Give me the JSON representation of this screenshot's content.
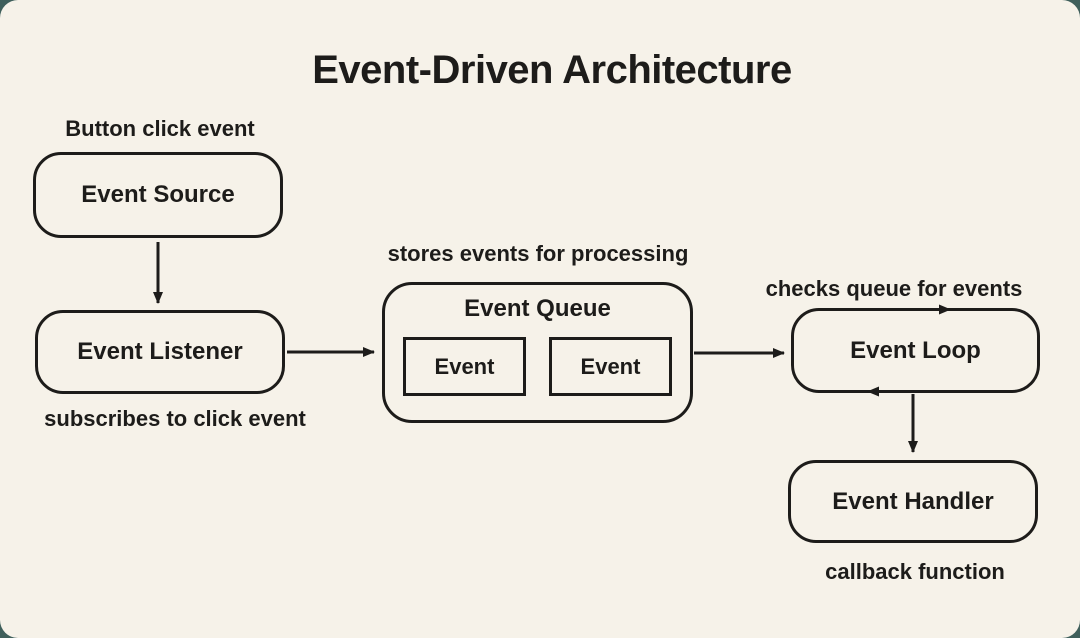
{
  "colors": {
    "background": "#f6f2e9",
    "ink": "#1d1c1a",
    "outside": "#3f5f5b"
  },
  "title": "Event-Driven Architecture",
  "nodes": {
    "event_source": {
      "label": "Event Source",
      "annotation": "Button click event"
    },
    "event_listener": {
      "label": "Event Listener",
      "annotation": "subscribes to click event"
    },
    "event_queue": {
      "label": "Event Queue",
      "annotation": "stores events for processing",
      "items": [
        "Event",
        "Event"
      ]
    },
    "event_loop": {
      "label": "Event Loop",
      "annotation": "checks queue for events"
    },
    "event_handler": {
      "label": "Event Handler",
      "annotation": "callback function"
    }
  }
}
